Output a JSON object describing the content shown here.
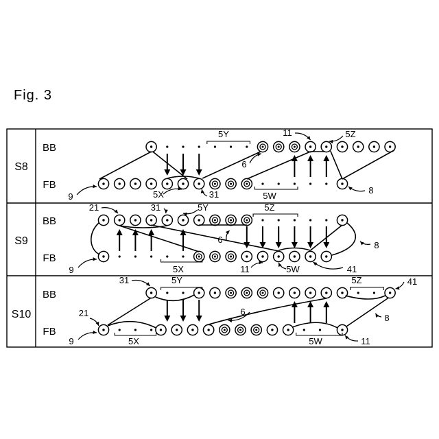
{
  "figure_title": "Fig. 3",
  "bed_labels": {
    "back": "BB",
    "front": "FB"
  },
  "panels": [
    {
      "step": "S8",
      "labels": [
        "5Y",
        "11",
        "5Z",
        "6",
        "9",
        "5X",
        "31",
        "5W",
        "8"
      ]
    },
    {
      "step": "S9",
      "labels": [
        "21",
        "31",
        "5Y",
        "5Z",
        "6",
        "8",
        "9",
        "5X",
        "11",
        "5W",
        "41"
      ]
    },
    {
      "step": "S10",
      "labels": [
        "31",
        "5Y",
        "5Z",
        "41",
        "8",
        "21",
        "6",
        "9",
        "5X",
        "5W",
        "11"
      ]
    }
  ],
  "colors": {
    "ink": "#000000",
    "paper": "#ffffff"
  }
}
